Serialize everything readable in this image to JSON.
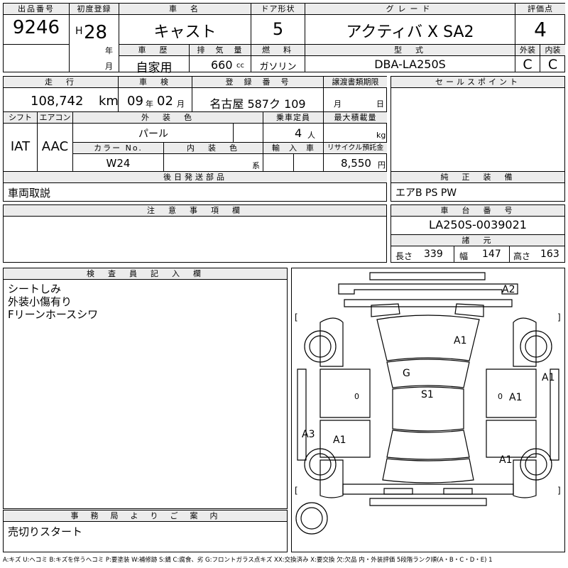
{
  "top": {
    "lot_label": "出品番号",
    "lot_number": "9246",
    "first_reg_label": "初度登録",
    "era": "H",
    "year": "28",
    "year_unit": "年",
    "month_unit": "月",
    "car_name_label": "車　名",
    "car_name": "キャスト",
    "door_label": "ドア形状",
    "doors": "5",
    "grade_label": "グレード",
    "grade": "アクティバ X SA2",
    "score_label": "評価点",
    "score": "4",
    "history_label": "車　歴",
    "history": "自家用",
    "displacement_label": "排　気　量",
    "displacement": "660",
    "displacement_unit": "cc",
    "fuel_label": "燃　料",
    "fuel": "ガソリン",
    "model_label": "型　式",
    "model": "DBA-LA250S",
    "exterior_label": "外装",
    "exterior": "C",
    "interior_label": "内装",
    "interior": "C"
  },
  "mid": {
    "mileage_label": "走　行",
    "mileage": "108,742",
    "mileage_unit": "km",
    "inspection_label": "車　検",
    "inspection_year": "09",
    "inspection_year_unit": "年",
    "inspection_month": "02",
    "inspection_month_unit": "月",
    "reg_label": "登　録　番　号",
    "reg_number": "名古屋 587ク 109",
    "transfer_label": "譲渡書類期限",
    "transfer_month": "月",
    "transfer_day": "日",
    "shift_label": "シフト",
    "shift": "IAT",
    "ac_label": "エアコン",
    "ac": "AAC",
    "color_label": "外　装　色",
    "color": "パール",
    "capacity_label": "乗車定員",
    "capacity": "4",
    "capacity_unit": "人",
    "load_label": "最大積載量",
    "load_unit": "kg",
    "color_no_label": "カラー No.",
    "color_no": "W24",
    "int_color_label": "内　装　色",
    "int_color_unit": "系",
    "import_label": "輸　入　車",
    "recycle_label": "リサイクル預託金",
    "recycle": "8,550",
    "recycle_unit": "円",
    "sales_label": "セールスポイント",
    "later_label": "後日発送部品",
    "later": "車両取説",
    "equip_label": "純　正　装　備",
    "equip": "エアB PS PW"
  },
  "notes": {
    "caution_label": "注　意　事　項　欄",
    "chassis_label": "車　台　番　号",
    "chassis": "LA250S-0039021",
    "specs_label": "諸　元",
    "length_label": "長さ",
    "length": "339",
    "width_label": "幅",
    "width": "147",
    "height_label": "高さ",
    "height": "163"
  },
  "inspector": {
    "label": "検　査　員　記　入　欄",
    "lines": [
      "シートしみ",
      "外装小傷有り",
      "Fリーンホースシワ"
    ]
  },
  "office": {
    "label": "事　務　局　よ　り　ご　案　内",
    "text": "売切りスタート"
  },
  "diagram": {
    "marks": {
      "front_bumper": "A2",
      "hood": "A1",
      "right_fender": "A1",
      "windshield": "G",
      "roof": "S1",
      "right_front_door": "A1",
      "left_rear_quarter": "A3",
      "left_rear_door": "A1",
      "right_rear_door": "A1",
      "left_front_door_zero": "0",
      "right_front_door_zero": "0"
    },
    "brackets": [
      "[",
      "]",
      "[",
      "]"
    ]
  },
  "footer": "A:キズ U:ヘコミ B:キズを伴うヘコミ P:要塗装 W:補修跡 S:錆 C:腐食、劣 G:フロントガラス点キズ XX:交換済み X:要交換 欠:欠品 内・外装評価 5段階ランク順(A・B・C・D・E) 1"
}
